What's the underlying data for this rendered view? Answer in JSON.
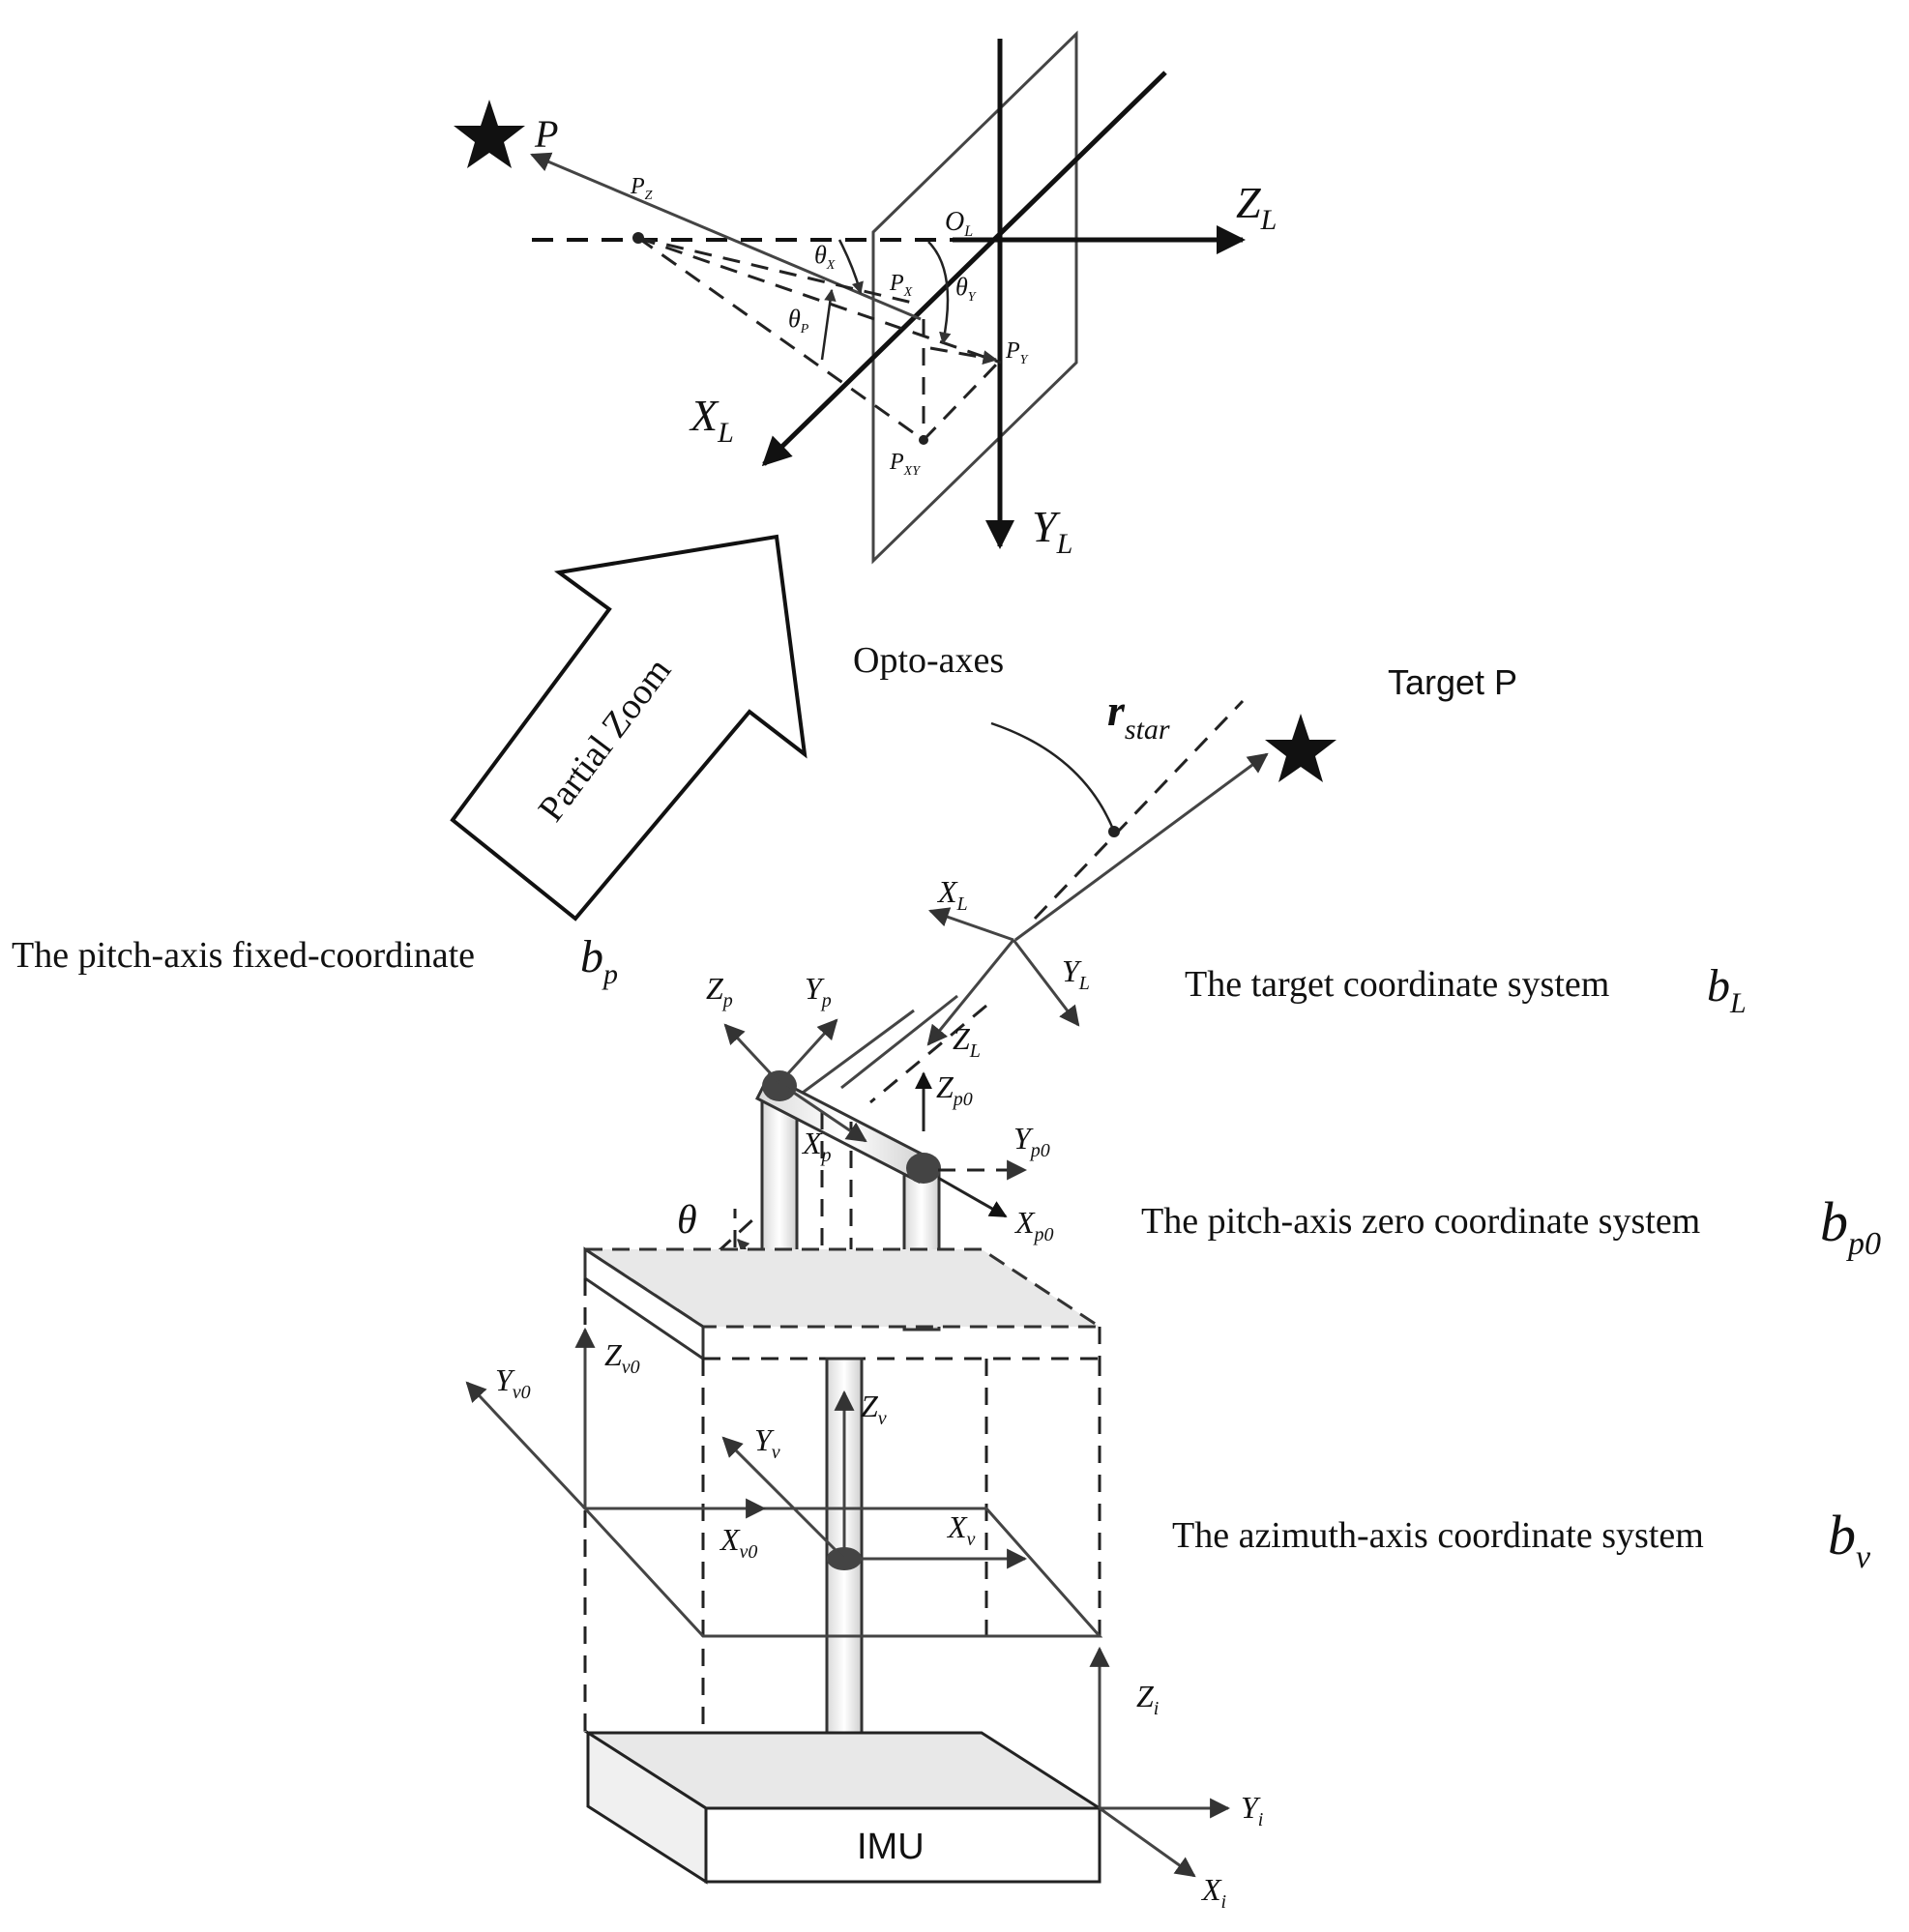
{
  "zoom_panel": {
    "p_label": "P",
    "pz_label": "P",
    "pz_sub": "Z",
    "ol_label": "O",
    "ol_sub": "L",
    "zl_label": "Z",
    "zl_sub": "L",
    "xl_label": "X",
    "xl_sub": "L",
    "yl_label": "Y",
    "yl_sub": "L",
    "px_label": "P",
    "px_sub": "X",
    "py_label": "P",
    "py_sub": "Y",
    "pxy_label": "P",
    "pxy_sub": "XY",
    "theta_x": "θ",
    "theta_x_sub": "X",
    "theta_y": "θ",
    "theta_y_sub": "Y",
    "theta_p": "θ",
    "theta_p_sub": "P"
  },
  "arrow_label": "Partial Zoom",
  "opto_axes_label": "Opto-axes",
  "target_label": "Target P",
  "r_star": "r",
  "r_star_sub": "star",
  "pitch_fixed": {
    "text": "The pitch-axis fixed-coordinate",
    "sym": "b",
    "sub": "p"
  },
  "target_cs": {
    "text": "The target coordinate system",
    "sym": "b",
    "sub": "L"
  },
  "pitch_zero": {
    "text": "The pitch-axis zero coordinate system",
    "sym": "b",
    "sub": "p0"
  },
  "azimuth": {
    "text": "The azimuth-axis coordinate system",
    "sym": "b",
    "sub": "v"
  },
  "axes": {
    "xl": {
      "t": "X",
      "s": "L"
    },
    "yl": {
      "t": "Y",
      "s": "L"
    },
    "zl": {
      "t": "Z",
      "s": "L"
    },
    "zp": {
      "t": "Z",
      "s": "p"
    },
    "yp": {
      "t": "Y",
      "s": "p"
    },
    "xp": {
      "t": "X",
      "s": "p"
    },
    "zp0": {
      "t": "Z",
      "s": "p0"
    },
    "yp0": {
      "t": "Y",
      "s": "p0"
    },
    "xp0": {
      "t": "X",
      "s": "p0"
    },
    "theta": "θ",
    "zv0": {
      "t": "Z",
      "s": "v0"
    },
    "yv0": {
      "t": "Y",
      "s": "v0"
    },
    "xv0": {
      "t": "X",
      "s": "v0"
    },
    "zv": {
      "t": "Z",
      "s": "v"
    },
    "yv": {
      "t": "Y",
      "s": "v"
    },
    "xv": {
      "t": "X",
      "s": "v"
    },
    "zi": {
      "t": "Z",
      "s": "i"
    },
    "yi": {
      "t": "Y",
      "s": "i"
    },
    "xi": {
      "t": "X",
      "s": "i"
    }
  },
  "imu_label": "IMU"
}
